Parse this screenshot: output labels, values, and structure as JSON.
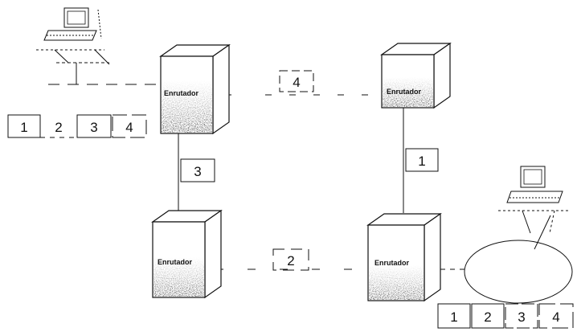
{
  "router_label": "Enrutador",
  "packets": {
    "source_sequence": [
      "1",
      "2",
      "3",
      "4"
    ],
    "in_transit": [
      "4",
      "3",
      "1",
      "2"
    ],
    "destination_sequence": [
      "1",
      "2",
      "3",
      "4"
    ]
  }
}
